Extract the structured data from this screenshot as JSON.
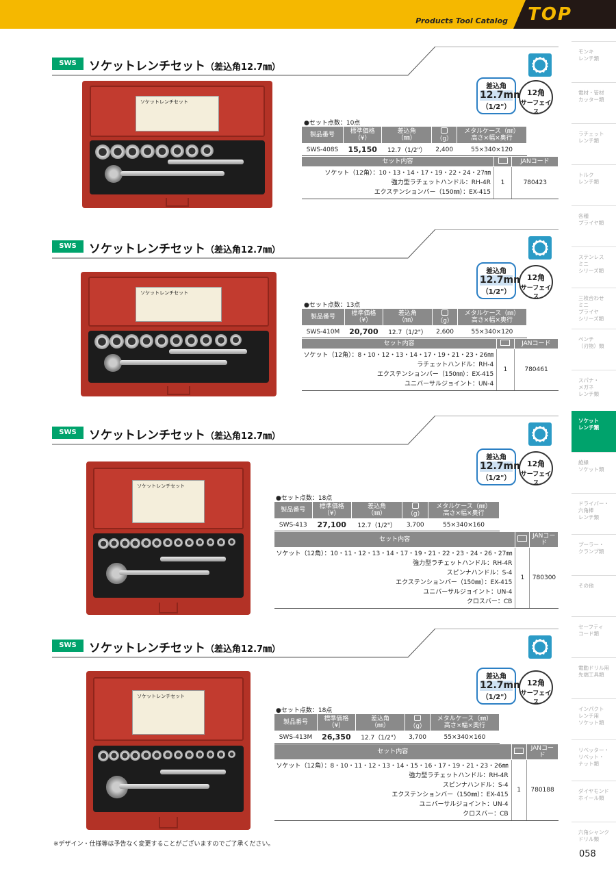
{
  "header": {
    "catalog": "Products Tool Catalog",
    "logo": "TOP"
  },
  "sidenav": [
    {
      "label": "モンキ\nレンチ類"
    },
    {
      "label": "電材・管材\nカッター類"
    },
    {
      "label": "ラチェット\nレンチ類"
    },
    {
      "label": "トルク\nレンチ類"
    },
    {
      "label": "各種\nプライヤ類"
    },
    {
      "label": "ステンレス\nミニ\nシリーズ類"
    },
    {
      "label": "三枚合わせ\nミニ\nプライヤ\nシリーズ類"
    },
    {
      "label": "ペンチ\n（刃物）類"
    },
    {
      "label": "スパナ・\nメガネ\nレンチ類"
    },
    {
      "label": "ソケット\nレンチ類",
      "active": true
    },
    {
      "label": "絶縁\nソケット類"
    },
    {
      "label": "ドライバー・\n六角棒\nレンチ類"
    },
    {
      "label": "プーラー・\nクランプ類"
    },
    {
      "label": "その他"
    },
    {
      "label": "セーフティ\nコード類"
    },
    {
      "label": "電動ドリル用\n先端工具類"
    },
    {
      "label": "インパクト\nレンチ用\nソケット類"
    },
    {
      "label": "リベッター・\nリベット・\nナット類"
    },
    {
      "label": "ダイヤモンド\nホイール類"
    },
    {
      "label": "六角シャンク\nドリル類"
    }
  ],
  "common": {
    "tag": "SWS",
    "title": "ソケットレンチセット",
    "title_sub": "（差込角12.7㎜）",
    "badge_drive_top": "差込角",
    "badge_drive_mid": "12.7mm",
    "badge_drive_bot": "（1/2\"）",
    "badge_12_top": "12角",
    "badge_12_bot": "サーフェイス",
    "label_text": "ソケットレンチセット",
    "th_model": "製品番号",
    "th_price": "標準価格\n（¥）",
    "th_drive": "差込角\n（㎜）",
    "th_weight": "（g）",
    "th_case": "メタルケース（㎜）\n高さ×幅×奥行",
    "th_contents": "セット内容",
    "th_jan": "JANコード"
  },
  "products": [
    {
      "setcount": "●セット点数：10点",
      "model": "SWS-408S",
      "price": "15,150",
      "drive": "12.7（1/2\"）",
      "weight": "2,400",
      "case": "55×340×120",
      "contents": [
        "ソケット（12角）：10・13・14・17・19・22・24・27㎜",
        "強力型ラチェットハンドル：RH-4R",
        "エクステンションバー（150㎜）：EX-415"
      ],
      "qty": "1",
      "jan": "780423"
    },
    {
      "setcount": "●セット点数：13点",
      "model": "SWS-410M",
      "price": "20,700",
      "drive": "12.7（1/2\"）",
      "weight": "2,600",
      "case": "55×340×120",
      "contents": [
        "ソケット（12角）：8・10・12・13・14・17・19・21・23・26㎜",
        "ラチェットハンドル：RH-4",
        "エクステンションバー（150㎜）：EX-415",
        "ユニバーサルジョイント：UN-4"
      ],
      "qty": "1",
      "jan": "780461"
    },
    {
      "setcount": "●セット点数：18点",
      "model": "SWS-413",
      "price": "27,100",
      "drive": "12.7（1/2\"）",
      "weight": "3,700",
      "case": "55×340×160",
      "contents": [
        "ソケット（12角）：10・11・12・13・14・17・19・21・22・23・24・26・27㎜",
        "強力型ラチェットハンドル：RH-4R",
        "スピンナハンドル：S-4",
        "エクステンションバー（150㎜）：EX-415",
        "ユニバーサルジョイント：UN-4",
        "クロスバー：CB"
      ],
      "qty": "1",
      "jan": "780300"
    },
    {
      "setcount": "●セット点数：18点",
      "model": "SWS-413M",
      "price": "26,350",
      "drive": "12.7（1/2\"）",
      "weight": "3,700",
      "case": "55×340×160",
      "contents": [
        "ソケット（12角）：8・10・11・12・13・14・15・16・17・19・21・23・26㎜",
        "強力型ラチェットハンドル：RH-4R",
        "スピンナハンドル：S-4",
        "エクステンションバー（150㎜）：EX-415",
        "ユニバーサルジョイント：UN-4",
        "クロスバー：CB"
      ],
      "qty": "1",
      "jan": "780188"
    }
  ],
  "footnote": "※デザイン・仕様等は予告なく変更することがございますのでご了承ください。",
  "page_number": "058",
  "colors": {
    "brand_yellow": "#f5b800",
    "accent_green": "#00a36c",
    "icon_blue": "#2b9bc6",
    "case_red": "#b33226"
  }
}
